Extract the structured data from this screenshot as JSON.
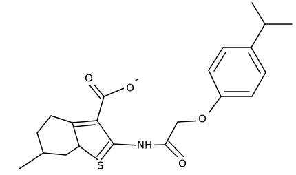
{
  "structure": {
    "colors": {
      "bond": "#000000",
      "label": "#000000",
      "background": "#ffffff"
    },
    "atoms": {
      "ester_carbonyl_oxygen": "O",
      "ester_ether_oxygen": "O",
      "thiophene_sulfur": "S",
      "amide_nitrogen": "NH",
      "amide_carbonyl_oxygen": "O",
      "aryl_ether_oxygen": "O"
    }
  }
}
